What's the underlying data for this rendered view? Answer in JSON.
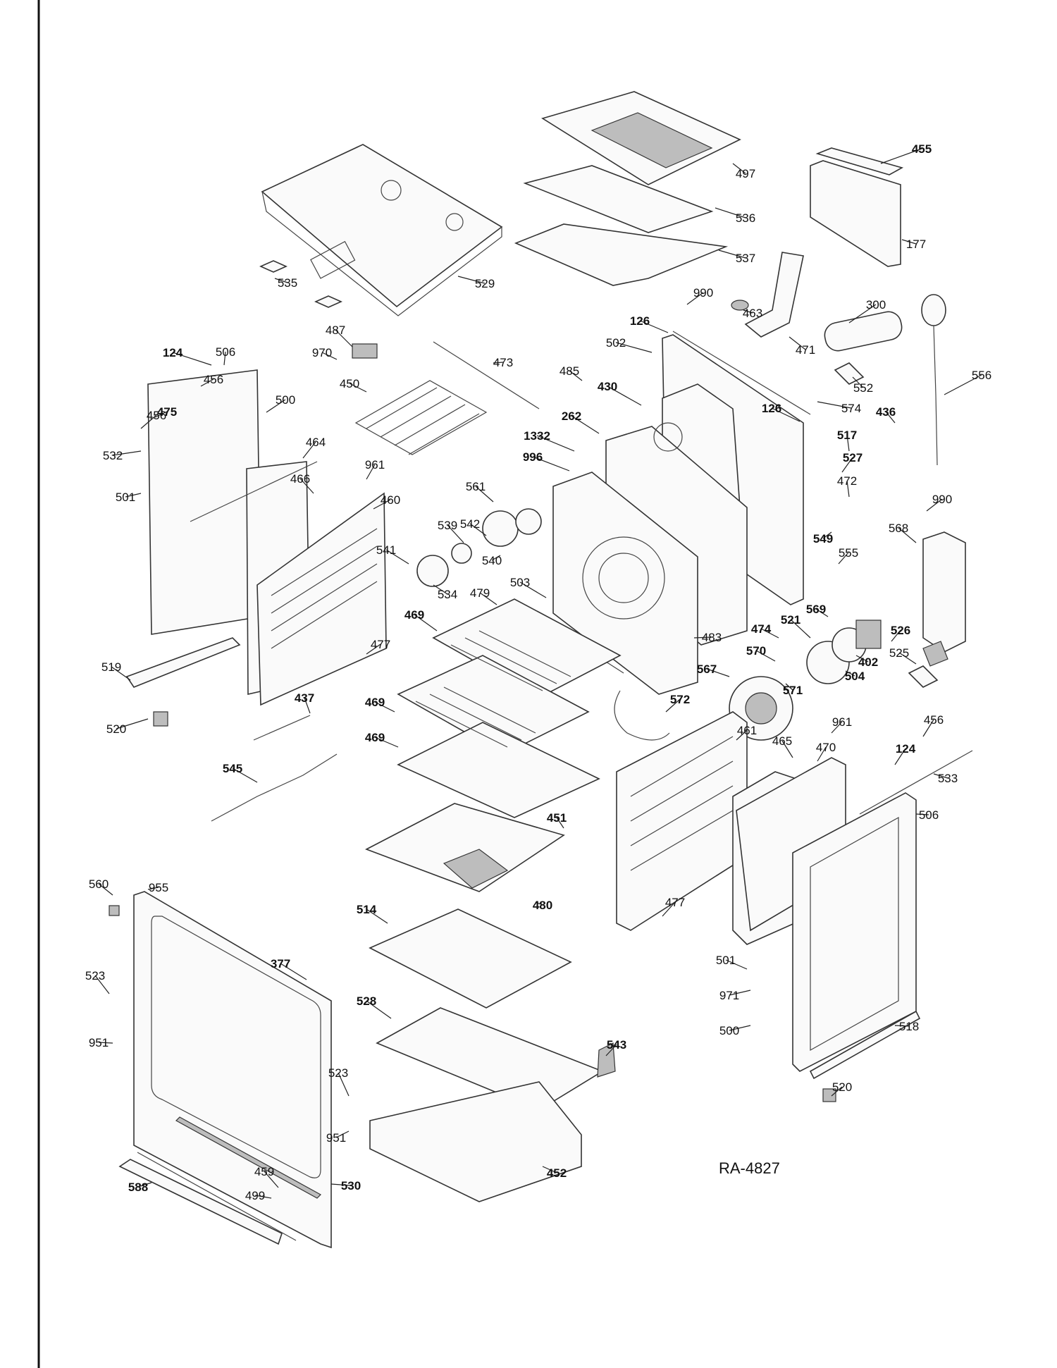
{
  "drawing_id": "RA-4827",
  "labels": [
    {
      "text": "455",
      "bold": true
    },
    {
      "text": "497",
      "bold": false
    },
    {
      "text": "177",
      "bold": false
    },
    {
      "text": "536",
      "bold": false
    },
    {
      "text": "537",
      "bold": false
    },
    {
      "text": "529",
      "bold": false
    },
    {
      "text": "535",
      "bold": false
    },
    {
      "text": "990",
      "bold": false
    },
    {
      "text": "463",
      "bold": false
    },
    {
      "text": "300",
      "bold": false
    },
    {
      "text": "487",
      "bold": false
    },
    {
      "text": "126",
      "bold": true
    },
    {
      "text": "502",
      "bold": false
    },
    {
      "text": "471",
      "bold": false
    },
    {
      "text": "124",
      "bold": true
    },
    {
      "text": "506",
      "bold": false
    },
    {
      "text": "970",
      "bold": false
    },
    {
      "text": "473",
      "bold": false
    },
    {
      "text": "456",
      "bold": false
    },
    {
      "text": "485",
      "bold": false
    },
    {
      "text": "552",
      "bold": false
    },
    {
      "text": "556",
      "bold": false
    },
    {
      "text": "450",
      "bold": false
    },
    {
      "text": "430",
      "bold": true
    },
    {
      "text": "475",
      "bold": true
    },
    {
      "text": "500",
      "bold": false
    },
    {
      "text": "126",
      "bold": true
    },
    {
      "text": "574",
      "bold": false
    },
    {
      "text": "456",
      "bold": false
    },
    {
      "text": "262",
      "bold": true
    },
    {
      "text": "436",
      "bold": true
    },
    {
      "text": "517",
      "bold": true
    },
    {
      "text": "464",
      "bold": false
    },
    {
      "text": "1332",
      "bold": true
    },
    {
      "text": "532",
      "bold": false
    },
    {
      "text": "996",
      "bold": true
    },
    {
      "text": "527",
      "bold": true
    },
    {
      "text": "961",
      "bold": false
    },
    {
      "text": "466",
      "bold": false
    },
    {
      "text": "472",
      "bold": false
    },
    {
      "text": "561",
      "bold": false
    },
    {
      "text": "501",
      "bold": false
    },
    {
      "text": "460",
      "bold": false
    },
    {
      "text": "542",
      "bold": false
    },
    {
      "text": "990",
      "bold": false
    },
    {
      "text": "568",
      "bold": false
    },
    {
      "text": "539",
      "bold": false
    },
    {
      "text": "549",
      "bold": true
    },
    {
      "text": "541",
      "bold": false
    },
    {
      "text": "540",
      "bold": false
    },
    {
      "text": "555",
      "bold": false
    },
    {
      "text": "503",
      "bold": false
    },
    {
      "text": "534",
      "bold": false
    },
    {
      "text": "479",
      "bold": false
    },
    {
      "text": "569",
      "bold": true
    },
    {
      "text": "521",
      "bold": true
    },
    {
      "text": "469",
      "bold": true
    },
    {
      "text": "474",
      "bold": true
    },
    {
      "text": "526",
      "bold": true
    },
    {
      "text": "477",
      "bold": false
    },
    {
      "text": "483",
      "bold": false
    },
    {
      "text": "525",
      "bold": false
    },
    {
      "text": "402",
      "bold": true
    },
    {
      "text": "570",
      "bold": true
    },
    {
      "text": "519",
      "bold": false
    },
    {
      "text": "504",
      "bold": true
    },
    {
      "text": "567",
      "bold": true
    },
    {
      "text": "571",
      "bold": true
    },
    {
      "text": "437",
      "bold": true
    },
    {
      "text": "469",
      "bold": true
    },
    {
      "text": "572",
      "bold": true
    },
    {
      "text": "961",
      "bold": false
    },
    {
      "text": "456",
      "bold": false
    },
    {
      "text": "520",
      "bold": false
    },
    {
      "text": "461",
      "bold": false
    },
    {
      "text": "469",
      "bold": true
    },
    {
      "text": "465",
      "bold": false
    },
    {
      "text": "470",
      "bold": false
    },
    {
      "text": "124",
      "bold": true
    },
    {
      "text": "545",
      "bold": true
    },
    {
      "text": "533",
      "bold": false
    },
    {
      "text": "451",
      "bold": true
    },
    {
      "text": "506",
      "bold": false
    },
    {
      "text": "560",
      "bold": false
    },
    {
      "text": "955",
      "bold": false
    },
    {
      "text": "480",
      "bold": true
    },
    {
      "text": "514",
      "bold": true
    },
    {
      "text": "477",
      "bold": false
    },
    {
      "text": "377",
      "bold": true
    },
    {
      "text": "501",
      "bold": false
    },
    {
      "text": "523",
      "bold": false
    },
    {
      "text": "971",
      "bold": false
    },
    {
      "text": "528",
      "bold": true
    },
    {
      "text": "500",
      "bold": false
    },
    {
      "text": "518",
      "bold": false
    },
    {
      "text": "951",
      "bold": false
    },
    {
      "text": "543",
      "bold": true
    },
    {
      "text": "523",
      "bold": false
    },
    {
      "text": "520",
      "bold": false
    },
    {
      "text": "951",
      "bold": false
    },
    {
      "text": "459",
      "bold": false
    },
    {
      "text": "452",
      "bold": true
    },
    {
      "text": "499",
      "bold": false
    },
    {
      "text": "530",
      "bold": true
    },
    {
      "text": "588",
      "bold": true
    }
  ]
}
